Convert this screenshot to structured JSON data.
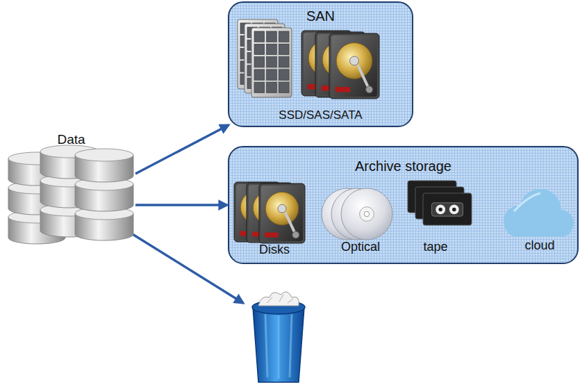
{
  "diagram": {
    "nodes": [
      {
        "text": [
          "Data"
        ]
      },
      {
        "text": [
          "SAN",
          "SSD/SAS/SATA"
        ]
      },
      {
        "text": [
          "Archive storage"
        ]
      }
    ],
    "edges": [
      {
        "from": 0,
        "to": 1,
        "arrow": "to"
      },
      {
        "from": 0,
        "to": 2,
        "arrow": "to"
      }
    ],
    "labels": [
      "Disks",
      "Optical",
      "tape",
      "cloud"
    ]
  }
}
